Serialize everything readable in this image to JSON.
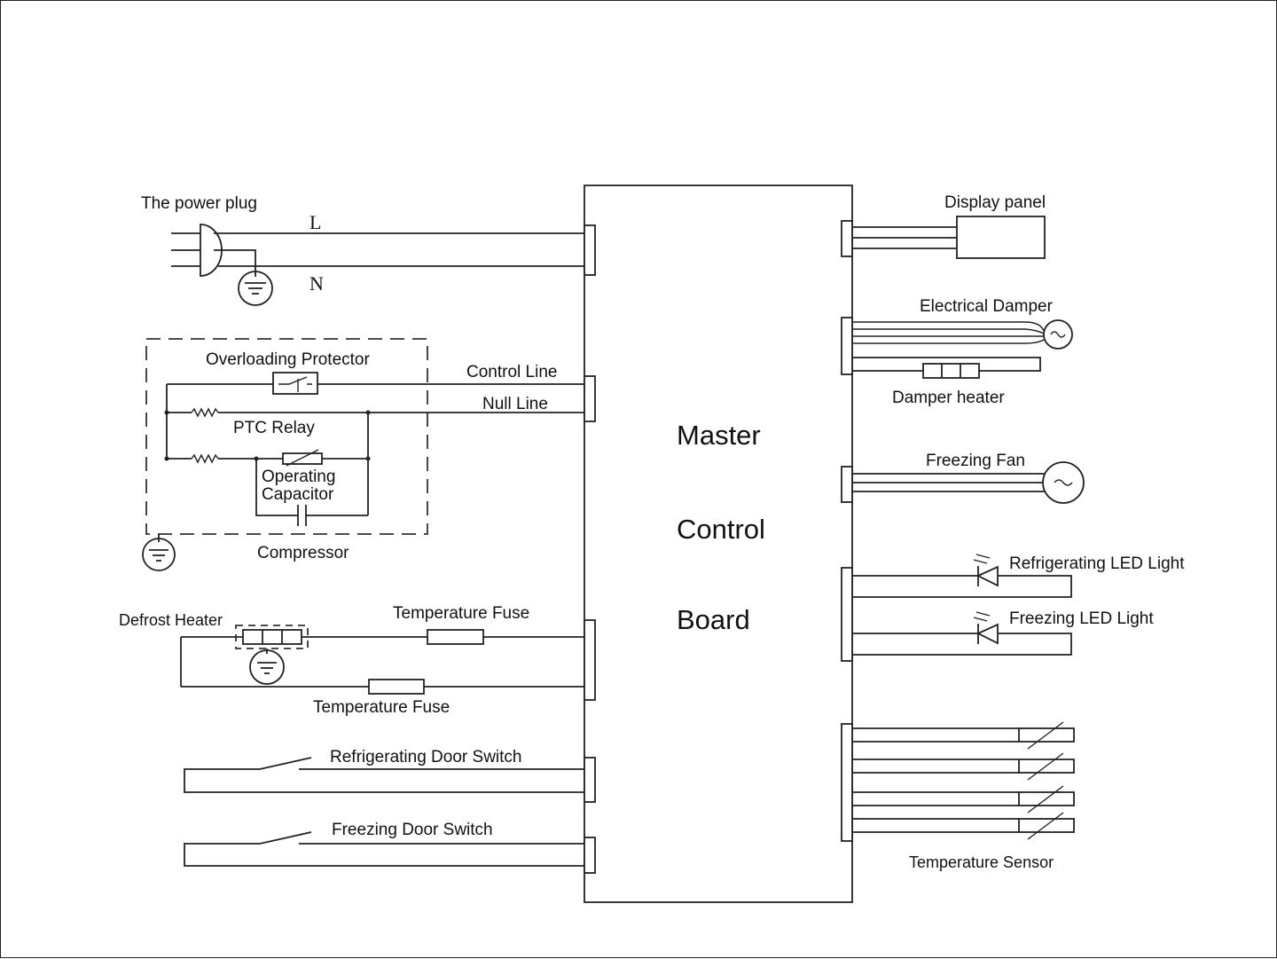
{
  "diagram": {
    "board": {
      "lines": [
        "Master",
        "Control",
        "Board"
      ]
    },
    "labels": {
      "power_plug": "The power plug",
      "live": "L",
      "neutral": "N",
      "overloading_protector": "Overloading Protector",
      "control_line": "Control Line",
      "null_line": "Null Line",
      "ptc_relay": "PTC Relay",
      "operating_capacitor_1": "Operating",
      "operating_capacitor_2": "Capacitor",
      "compressor": "Compressor",
      "defrost_heater": "Defrost Heater",
      "temperature_fuse_top": "Temperature Fuse",
      "temperature_fuse_bottom": "Temperature Fuse",
      "refrigerating_door_switch": "Refrigerating Door Switch",
      "freezing_door_switch": "Freezing Door Switch",
      "display_panel": "Display panel",
      "electrical_damper": "Electrical Damper",
      "damper_heater": "Damper heater",
      "freezing_fan": "Freezing Fan",
      "refrigerating_led": "Refrigerating LED Light",
      "freezing_led": "Freezing LED Light",
      "temperature_sensor": "Temperature Sensor"
    },
    "icons": [
      "ground-icon",
      "plug-icon",
      "motor-icon",
      "fan-icon",
      "led-diode-icon",
      "thermistor-icon",
      "resistor-icon",
      "capacitor-icon",
      "fuse-icon",
      "heater-icon",
      "switch-icon"
    ]
  }
}
